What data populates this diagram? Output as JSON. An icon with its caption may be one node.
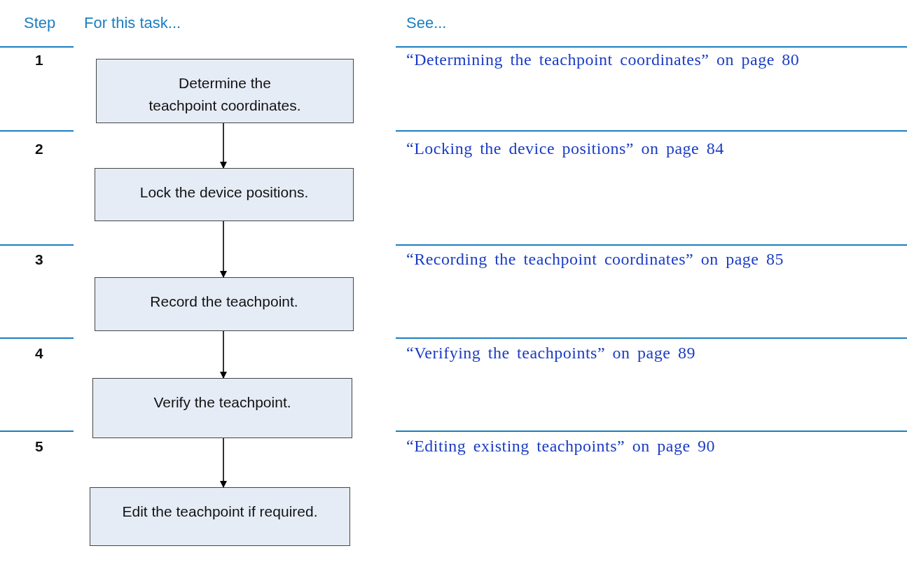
{
  "diagram": {
    "nodes": [
      {
        "text": [
          "Determine the teachpoint coordinates."
        ]
      },
      {
        "text": [
          "Lock the device positions."
        ]
      },
      {
        "text": [
          "Record the teachpoint."
        ]
      },
      {
        "text": [
          "Verify the teachpoint."
        ]
      },
      {
        "text": [
          "Edit the teachpoint if required."
        ]
      }
    ],
    "edges": [
      {
        "from": 0,
        "to": 1,
        "arrow": "to"
      },
      {
        "from": 1,
        "to": 2,
        "arrow": "to"
      },
      {
        "from": 2,
        "to": 3,
        "arrow": "to"
      },
      {
        "from": 3,
        "to": 4,
        "arrow": "to"
      }
    ],
    "labels": [
      "Step",
      "For this task...",
      "See...",
      "1",
      "“Determining the teachpoint coordinates” on page 80",
      "2",
      "“Locking the device positions” on page 84",
      "3",
      "“Recording the teachpoint coordinates” on page 85",
      "4",
      "“Verifying the teachpoints” on page 89",
      "5",
      "“Editing existing teachpoints” on page 90"
    ]
  }
}
